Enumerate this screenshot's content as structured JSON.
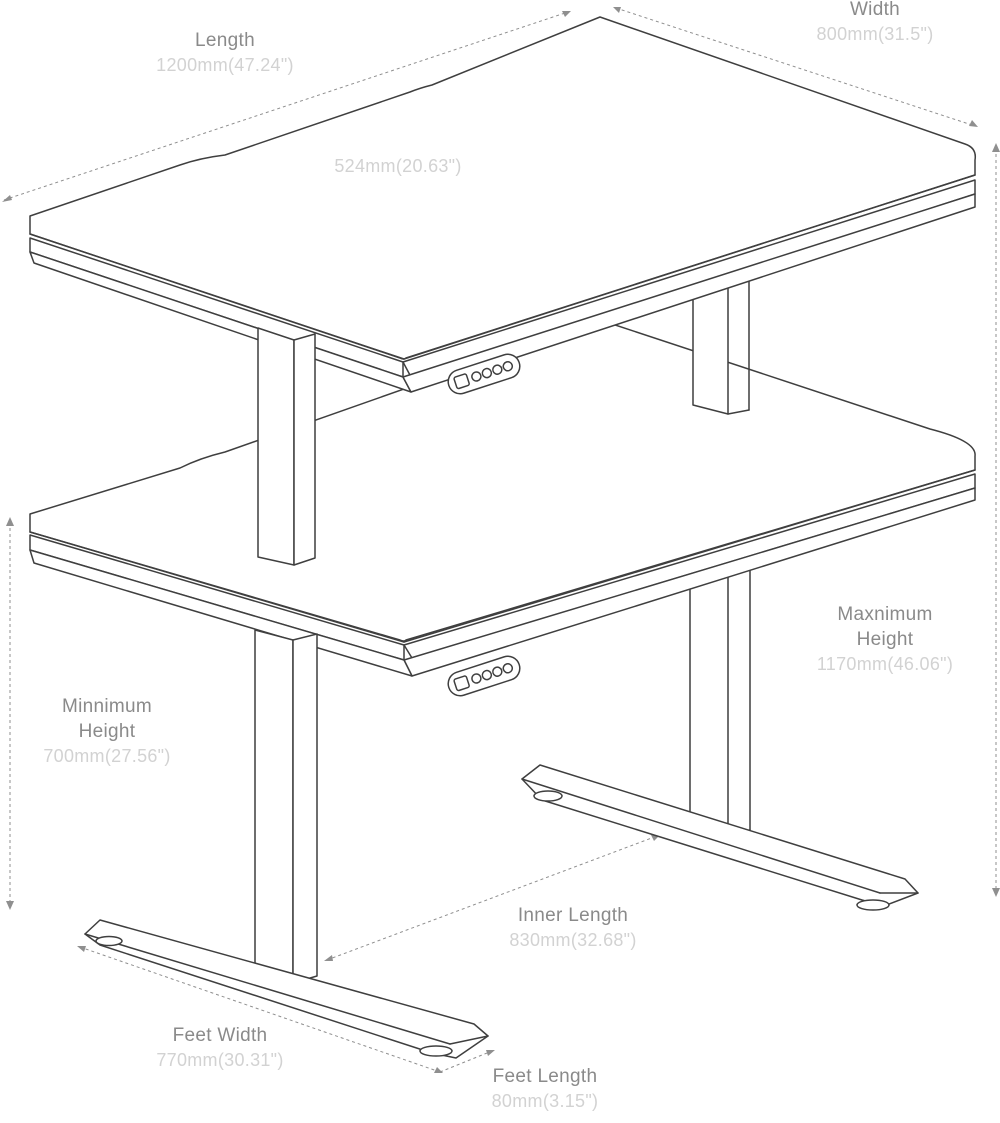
{
  "labels": {
    "length": {
      "name": "Length",
      "value": "1200mm(47.24\")"
    },
    "width": {
      "name": "Width",
      "value": "800mm(31.5\")"
    },
    "cutout": {
      "name": "",
      "value": "524mm(20.63\")"
    },
    "max_height": {
      "name": "Maxnimum Height",
      "line1": "Maxnimum",
      "line2": "Height",
      "value": "1170mm(46.06\")"
    },
    "min_height": {
      "name": "Minnimum Height",
      "line1": "Minnimum",
      "line2": "Height",
      "value": "700mm(27.56\")"
    },
    "inner_length": {
      "name": "Inner Length",
      "value": "830mm(32.68\")"
    },
    "feet_width": {
      "name": "Feet Width",
      "value": "770mm(30.31\")"
    },
    "feet_length": {
      "name": "Feet Length",
      "value": "80mm(3.15\")"
    }
  },
  "colors": {
    "line": "#3f3f3f",
    "dimension": "#8f8f8f",
    "label_name": "#8a8a8a",
    "label_value": "#d2d2d2"
  }
}
